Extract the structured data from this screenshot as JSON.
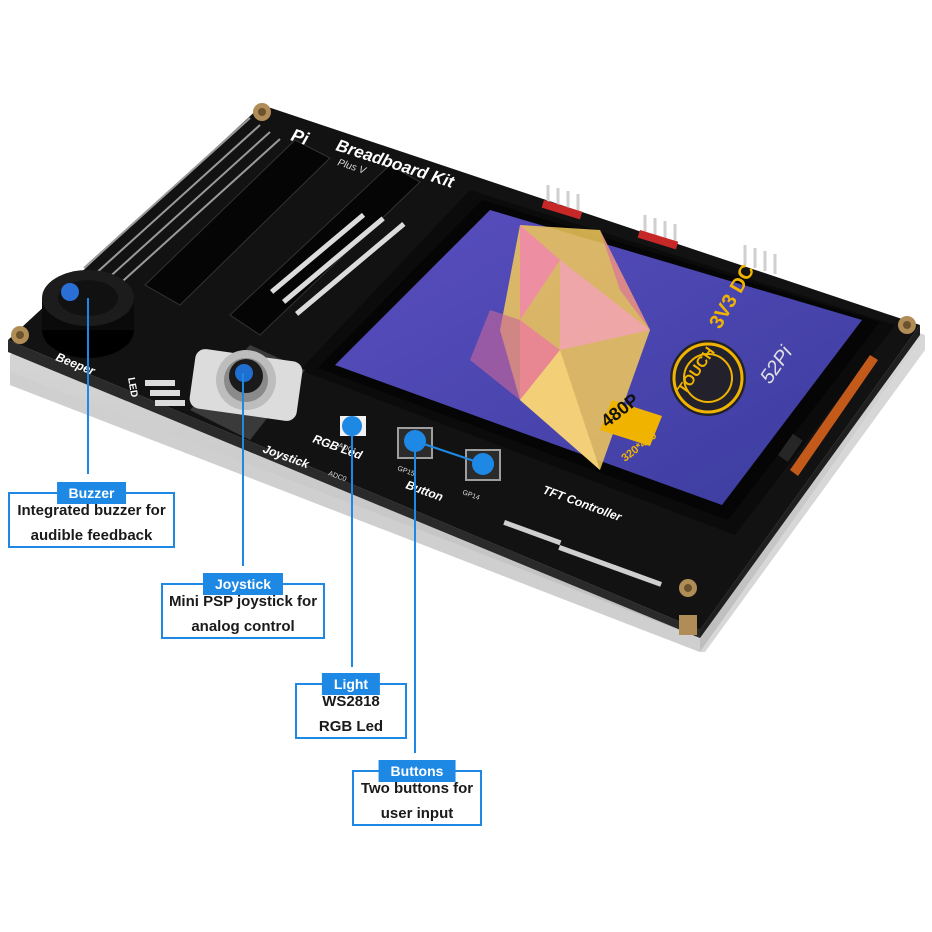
{
  "board": {
    "title_part1": "Pi",
    "title_part2": "Breadboard Kit",
    "subtitle": "Plus V",
    "beeper_label": "Beeper",
    "led_label": "LED",
    "joystick_label": "Joystick",
    "adc0_label": "ADC0",
    "rgb_label": "RGB Led",
    "adc1_label": "ADC1",
    "button_label": "Button",
    "gp15_label": "GP15",
    "gp14_label": "GP14",
    "tft_label": "TFT Controller",
    "voltage_label": "3V3 DC",
    "touch_label": "TOUCH",
    "resolution_label": "480P",
    "resolution_detail": "320*480",
    "brand_label": "52Pi"
  },
  "callouts": [
    {
      "title": "Buzzer",
      "line1": "Integrated buzzer for",
      "line2": "audible feedback"
    },
    {
      "title": "Joystick",
      "line1": "Mini PSP joystick for",
      "line2": "analog control"
    },
    {
      "title": "Light",
      "line1": "WS2818",
      "line2": "RGB Led"
    },
    {
      "title": "Buttons",
      "line1": "Two buttons for",
      "line2": "user input"
    }
  ],
  "colors": {
    "accent": "#1e88e5",
    "board": "#121212",
    "screen_bg": "#4a4aa8",
    "label_gold": "#f0b400"
  }
}
